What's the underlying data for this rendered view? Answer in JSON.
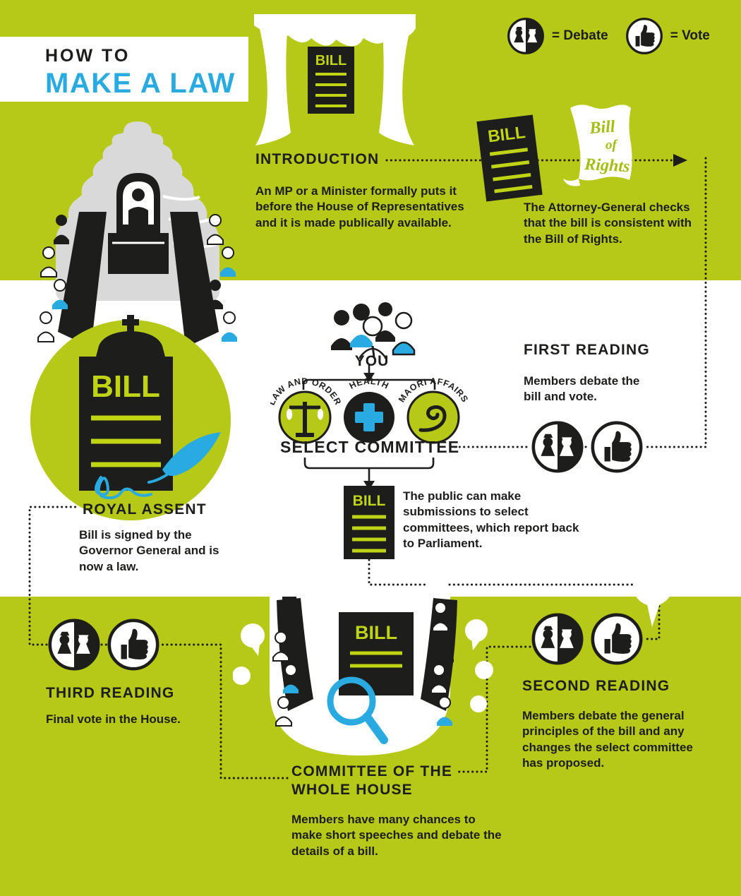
{
  "colors": {
    "background_green": "#b5c916",
    "accent_blue": "#29abe2",
    "ink_black": "#1d1d1b",
    "dome_grey": "#d9d9d9",
    "white": "#ffffff"
  },
  "title": {
    "kicker": "HOW TO",
    "main": "MAKE A LAW"
  },
  "legend": {
    "debate": "= Debate",
    "vote": "= Vote"
  },
  "labels": {
    "bill": "BILL",
    "you": "YOU",
    "select_committee": "SELECT COMMITTEE",
    "scroll_line1": "Bill",
    "scroll_line2": "of",
    "scroll_line3": "Rights"
  },
  "committees": [
    {
      "label": "LAW AND ORDER",
      "icon": "scales-icon"
    },
    {
      "label": "HEALTH",
      "icon": "health-cross-icon"
    },
    {
      "label": "MAORI AFFAIRS",
      "icon": "koru-icon"
    }
  ],
  "steps": {
    "introduction": {
      "heading": "INTRODUCTION",
      "body": "An MP or a Minister formally puts it before the House of Representatives and it is made publically available."
    },
    "attorney_check": {
      "body": "The Attorney-General checks that the bill is consistent with the Bill of Rights."
    },
    "first_reading": {
      "heading": "FIRST READING",
      "body": "Members debate the bill and vote."
    },
    "public_submissions": {
      "body": "The public can make submissions to select committees, which report back to Parliament."
    },
    "second_reading": {
      "heading": "SECOND READING",
      "body": "Members debate the general principles of the bill and any changes the select committee has proposed."
    },
    "committee_whole_house": {
      "heading": "COMMITTEE OF THE WHOLE HOUSE",
      "body": "Members have many chances to make short speeches and debate the details of a bill."
    },
    "third_reading": {
      "heading": "THIRD READING",
      "body": "Final vote in the House."
    },
    "royal_assent": {
      "heading": "ROYAL ASSENT",
      "body": "Bill is signed by the Governor General and is now a law."
    }
  }
}
